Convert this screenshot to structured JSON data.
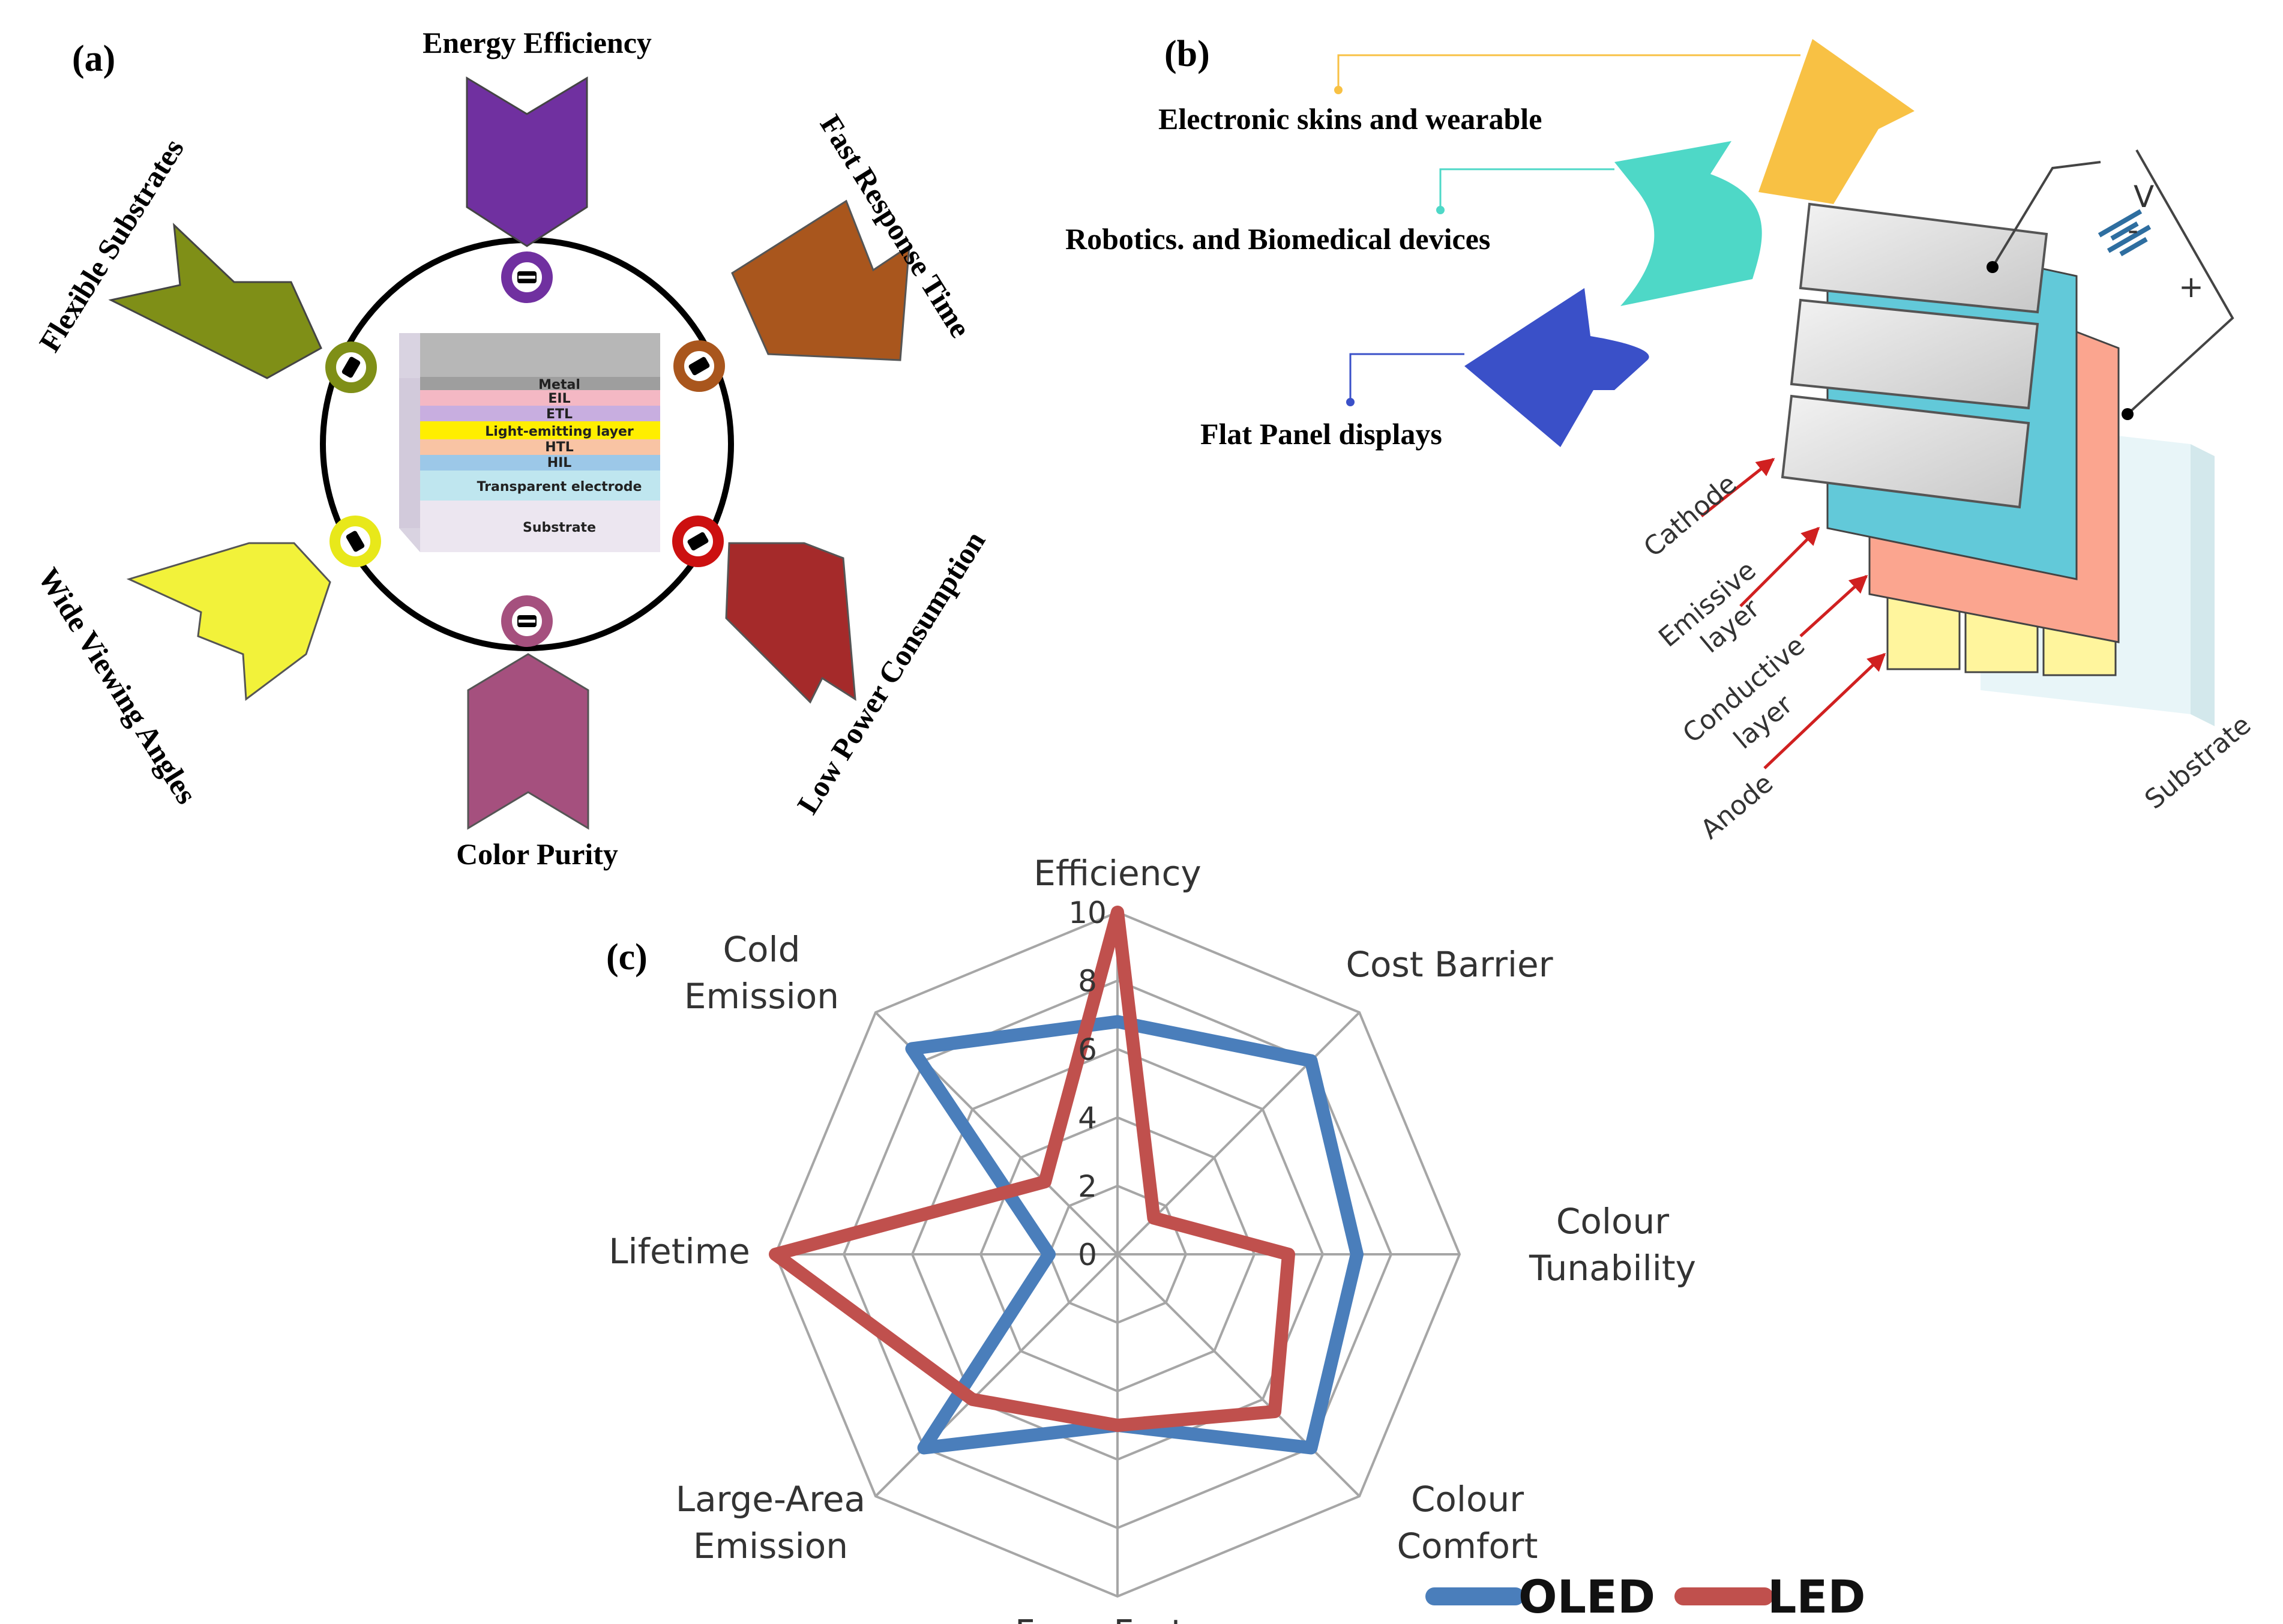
{
  "panel_a": {
    "label": "(a)",
    "features": [
      {
        "text": "Energy Efficiency",
        "color": "#7030a0"
      },
      {
        "text": "Fast Response Time",
        "color": "#a9561d"
      },
      {
        "text": "Low Power Consumption",
        "color": "#a52a2a"
      },
      {
        "text": "Color Purity",
        "color": "#a5507e"
      },
      {
        "text": "Wide Viewing Angles",
        "color": "#f2f23a"
      },
      {
        "text": "Flexible Substrates",
        "color": "#7f8f17"
      }
    ],
    "layers": [
      "Metal",
      "EIL",
      "ETL",
      "Light-emitting layer",
      "HTL",
      "HIL",
      "Transparent electrode",
      "Substrate"
    ]
  },
  "panel_b": {
    "label": "(b)",
    "applications": [
      {
        "text": "Electronic skins and wearable",
        "color": "#f8c144"
      },
      {
        "text": "Robotics. and Biomedical devices",
        "color": "#4ed8c7"
      },
      {
        "text": "Flat Panel displays",
        "color": "#3a50c8"
      }
    ],
    "layer_labels": {
      "cathode": "Cathode",
      "emissive": [
        "Emissive",
        "layer"
      ],
      "conductive": [
        "Conductive",
        "layer"
      ],
      "anode": "Anode",
      "substrate": "Substrate"
    },
    "battery": {
      "voltage": "V",
      "minus": "-",
      "plus": "+"
    }
  },
  "panel_c": {
    "label": "(c)",
    "chart_data": {
      "type": "radar",
      "categories": [
        "Efficiency",
        "Cost Barrier",
        "Colour Tunability",
        "Colour Comfort",
        "Form Factor",
        "Large-Area Emission",
        "Lifetime",
        "Cold Emission"
      ],
      "category_lines": [
        [
          "Efficiency"
        ],
        [
          "Cost Barrier"
        ],
        [
          "Colour",
          "Tunability"
        ],
        [
          "Colour",
          "Comfort"
        ],
        [
          "Form Factor"
        ],
        [
          "Large-Area",
          "Emission"
        ],
        [
          "Lifetime"
        ],
        [
          "Cold",
          "Emission"
        ]
      ],
      "rlim": [
        0,
        10
      ],
      "ticks": [
        "0",
        "2",
        "4",
        "6",
        "8",
        "10"
      ],
      "series": [
        {
          "name": "OLED",
          "color": "#4a7ebb",
          "values": [
            6.8,
            8,
            7,
            8,
            5,
            8,
            2,
            8.5
          ]
        },
        {
          "name": "LED",
          "color": "#c0504d",
          "values": [
            10,
            1.5,
            5,
            6.5,
            5,
            6,
            10,
            3
          ]
        }
      ]
    }
  }
}
